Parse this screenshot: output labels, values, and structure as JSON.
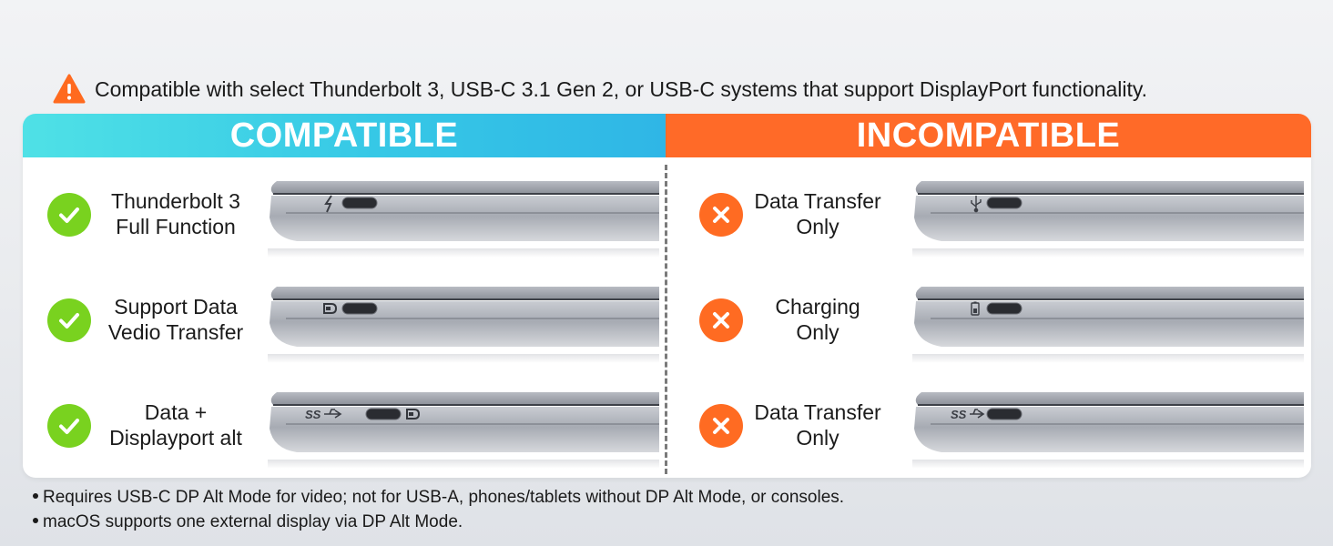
{
  "notice": {
    "icon": "warning-triangle-icon",
    "text": "Compatible with select Thunderbolt 3, USB-C 3.1 Gen 2, or USB-C systems that support DisplayPort functionality."
  },
  "compatible": {
    "title": "COMPATIBLE",
    "items": [
      {
        "line1": "Thunderbolt 3",
        "line2": "Full Function",
        "port_icon": "thunderbolt-icon"
      },
      {
        "line1": "Support Data",
        "line2": "Vedio Transfer",
        "port_icon": "displayport-icon"
      },
      {
        "line1": "Data +",
        "line2": "Displayport alt",
        "port_icon": "ss-usb-displayport-icon"
      }
    ]
  },
  "incompatible": {
    "title": "INCOMPATIBLE",
    "items": [
      {
        "line1": "Data Transfer",
        "line2": "Only",
        "port_icon": "usb-icon"
      },
      {
        "line1": "Charging",
        "line2": "Only",
        "port_icon": "battery-icon"
      },
      {
        "line1": "Data Transfer",
        "line2": "Only",
        "port_icon": "ss-usb-icon"
      }
    ]
  },
  "footnotes": [
    "Requires USB-C DP Alt Mode for video; not for USB-A, phones/tablets without DP Alt Mode, or consoles.",
    "macOS supports one external display via DP Alt Mode."
  ],
  "colors": {
    "compatible_accent": "#3ec6e6",
    "incompatible_accent": "#ff6a28",
    "check_badge": "#79d21f",
    "cross_badge": "#ff6b22",
    "warning": "#ff6a1f"
  }
}
